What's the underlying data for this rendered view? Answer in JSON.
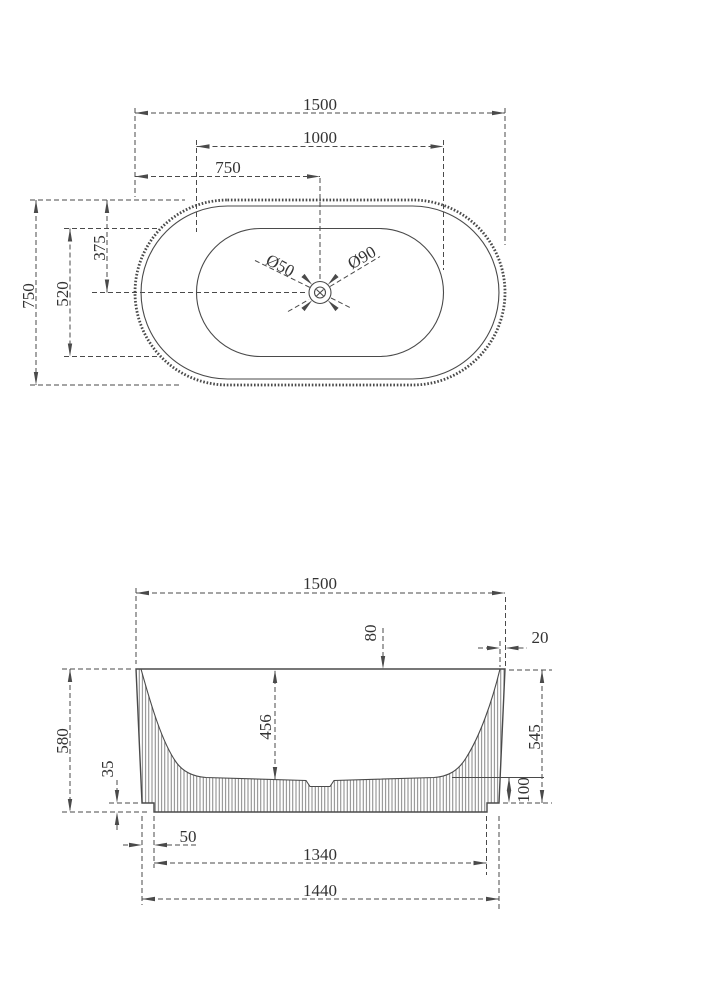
{
  "colors": {
    "line": "#4a4a4a",
    "text": "#333333",
    "hatch": "#666666",
    "background": "#ffffff"
  },
  "top_view": {
    "dim_overall_length": "1500",
    "dim_basin_length": "1000",
    "dim_center_length": "750",
    "dim_overall_width": "750",
    "dim_basin_width": "520",
    "dim_center_width": "375",
    "label_drain_small": "Ø50",
    "label_drain_large": "Ø90"
  },
  "front_view": {
    "dim_overall_length": "1500",
    "dim_rim_drop": "80",
    "dim_rim_thickness": "20",
    "dim_overall_height": "580",
    "dim_inner_depth": "456",
    "dim_side_height": "545",
    "dim_foot_height": "35",
    "dim_base_height": "100",
    "dim_base_inset": "50",
    "dim_base_length": "1340",
    "dim_skirt_length": "1440"
  }
}
